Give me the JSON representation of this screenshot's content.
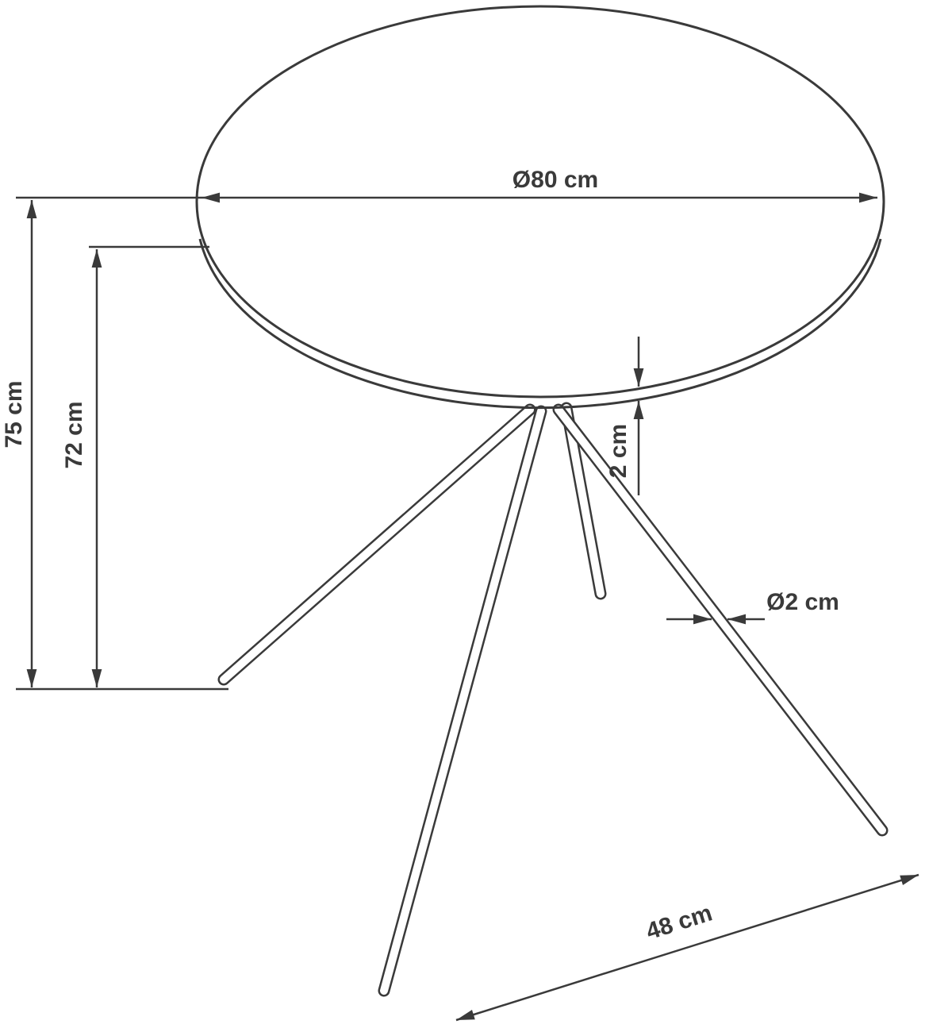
{
  "diagram": {
    "colors": {
      "line": "#3a3a3a",
      "background": "#ffffff"
    },
    "dimensions": {
      "top_diameter": "Ø80 cm",
      "total_height": "75 cm",
      "height_under_top": "72 cm",
      "top_thickness": "2 cm",
      "leg_diameter": "Ø2 cm",
      "leg_spread": "48 cm"
    },
    "values_cm": {
      "top_diameter": 80,
      "total_height": 75,
      "height_under_top": 72,
      "top_thickness": 2,
      "leg_diameter": 2,
      "leg_spread": 48
    }
  }
}
